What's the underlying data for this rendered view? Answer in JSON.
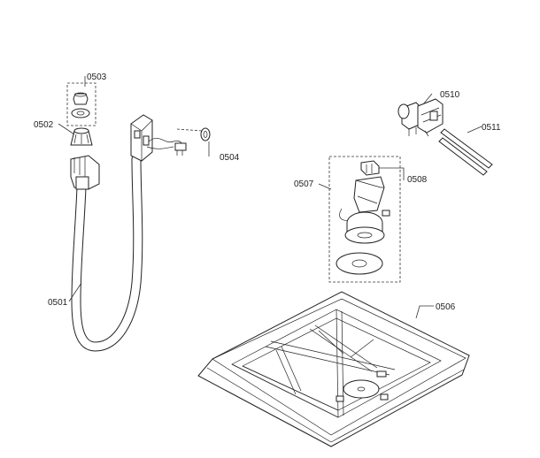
{
  "labels": {
    "p0501": "0501",
    "p0502": "0502",
    "p0503": "0503",
    "p0504": "0504",
    "p0506": "0506",
    "p0507": "0507",
    "p0508": "0508",
    "p0510": "0510",
    "p0511": "0511"
  }
}
